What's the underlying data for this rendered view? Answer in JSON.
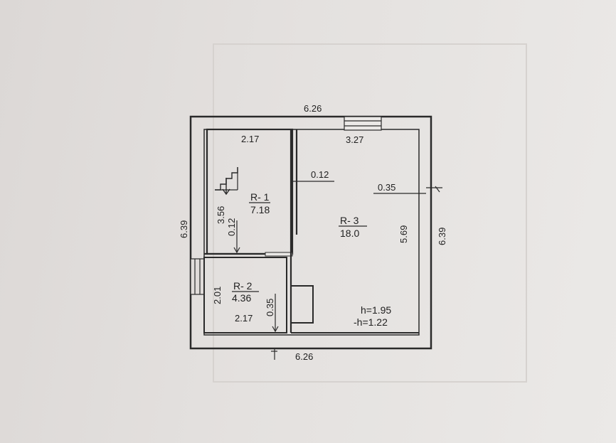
{
  "plan": {
    "dimensions": {
      "top_overall": "6.26",
      "bottom_overall": "6.26",
      "left_overall": "6.39",
      "right_overall": "6.39",
      "room1_width": "2.17",
      "room1_length": "3.56",
      "room1_partition": "0.12",
      "partition_r1_r3": "0.12",
      "room2_width": "2.17",
      "room2_length": "2.01",
      "room2_offset": "0.35",
      "room3_width": "3.27",
      "room3_length": "5.69",
      "room3_wall": "0.35"
    },
    "rooms": [
      {
        "label": "R- 1",
        "area": "7.18"
      },
      {
        "label": "R- 2",
        "area": "4.36"
      },
      {
        "label": "R- 3",
        "area": "18.0"
      }
    ],
    "heights": {
      "h": "h=1.95",
      "neg_h": "-h=1.22"
    }
  }
}
